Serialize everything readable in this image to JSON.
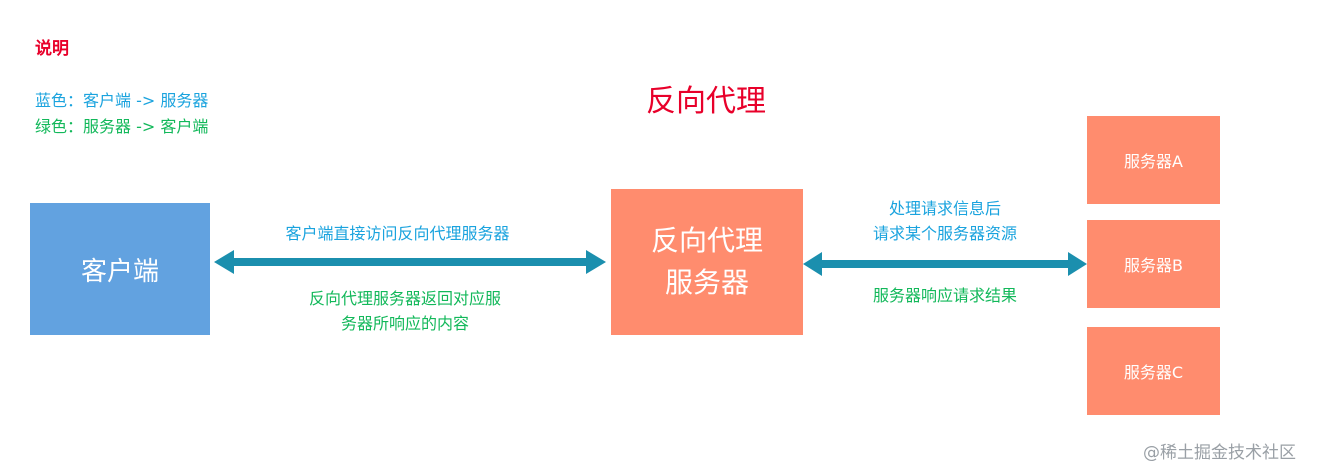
{
  "legend": {
    "title": "说明",
    "blue": "蓝色：客户端 -> 服务器",
    "green": "绿色：服务器 -> 客户端"
  },
  "title": "反向代理",
  "nodes": {
    "client": "客户端",
    "proxy_line1": "反向代理",
    "proxy_line2": "服务器",
    "server_a": "服务器A",
    "server_b": "服务器B",
    "server_c": "服务器C"
  },
  "edges": {
    "client_to_proxy": "客户端直接访问反向代理服务器",
    "proxy_to_client_line1": "反向代理服务器返回对应服",
    "proxy_to_client_line2": "务器所响应的内容",
    "proxy_to_server_line1": "处理请求信息后",
    "proxy_to_server_line2": "请求某个服务器资源",
    "server_to_proxy": "服务器响应请求结果"
  },
  "watermark": "@稀土掘金技术社区",
  "colors": {
    "blue_text": "#1aa3de",
    "green_text": "#12b85a",
    "title_red": "#e8002a",
    "client_box": "#62a2e0",
    "server_box": "#ff8c6e",
    "arrow": "#1b8fae"
  }
}
